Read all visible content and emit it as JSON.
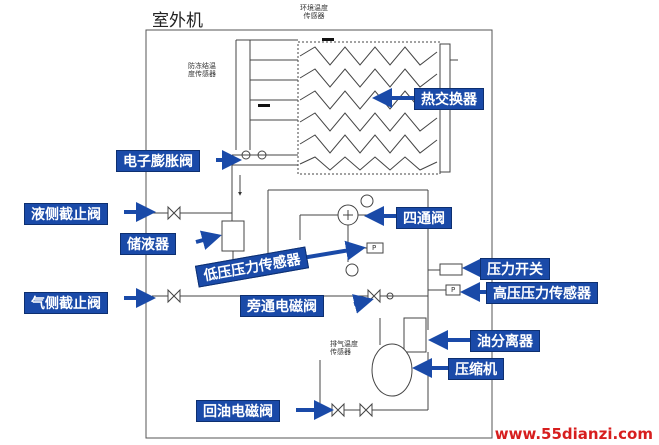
{
  "title": "室外机",
  "small_labels": {
    "ambient_sensor": [
      "环境温度",
      "传感器"
    ],
    "defrost_sensor": [
      "防冻结温",
      "度传感器"
    ],
    "discharge_sensor": [
      "排气温度",
      "传感器"
    ],
    "p_symbol": "P"
  },
  "labels": {
    "heat_exchanger": "热交换器",
    "electronic_expansion_valve": "电子膨胀阀",
    "liquid_stop_valve": "液侧截止阀",
    "four_way_valve": "四通阀",
    "receiver": "储液器",
    "low_pressure_sensor": "低压压力传感器",
    "pressure_switch": "压力开关",
    "gas_stop_valve": "气侧截止阀",
    "high_pressure_sensor": "高压压力传感器",
    "bypass_solenoid_valve": "旁通电磁阀",
    "oil_separator": "油分离器",
    "compressor": "压缩机",
    "oil_return_solenoid_valve": "回油电磁阀"
  },
  "watermark": "www.55dianzi.com",
  "colors": {
    "label_bg": "#1a4aa8",
    "arrow": "#1a4aa8",
    "line": "#333333",
    "watermark": "#d71e1e"
  }
}
